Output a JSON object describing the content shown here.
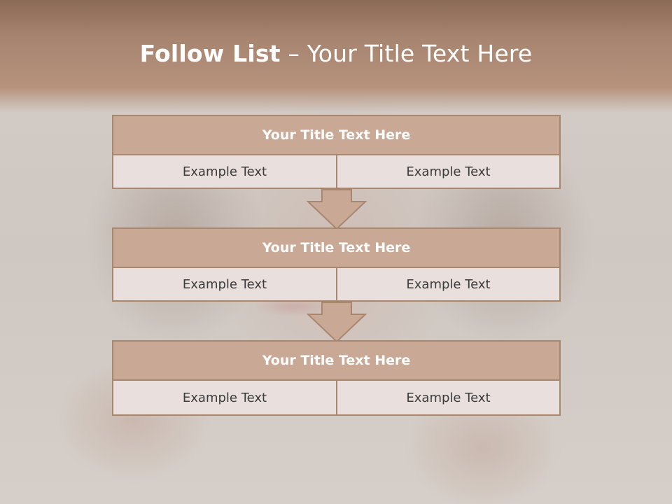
{
  "slide": {
    "title_bold": "Follow List",
    "title_separator": "–",
    "title_rest": "Your Title Text Here"
  },
  "steps": [
    {
      "title": "Your Title Text Here",
      "left": "Example Text",
      "right": "Example Text"
    },
    {
      "title": "Your Title Text Here",
      "left": "Example Text",
      "right": "Example Text"
    },
    {
      "title": "Your Title Text Here",
      "left": "Example Text",
      "right": "Example Text"
    }
  ],
  "colors": {
    "header": "#a88570",
    "box_head": "#c9a996",
    "box_cell": "#e9dfdc",
    "border": "#a9876f",
    "arrow": "#c9a996"
  },
  "icons": [
    "down-arrow-icon",
    "down-arrow-icon"
  ]
}
